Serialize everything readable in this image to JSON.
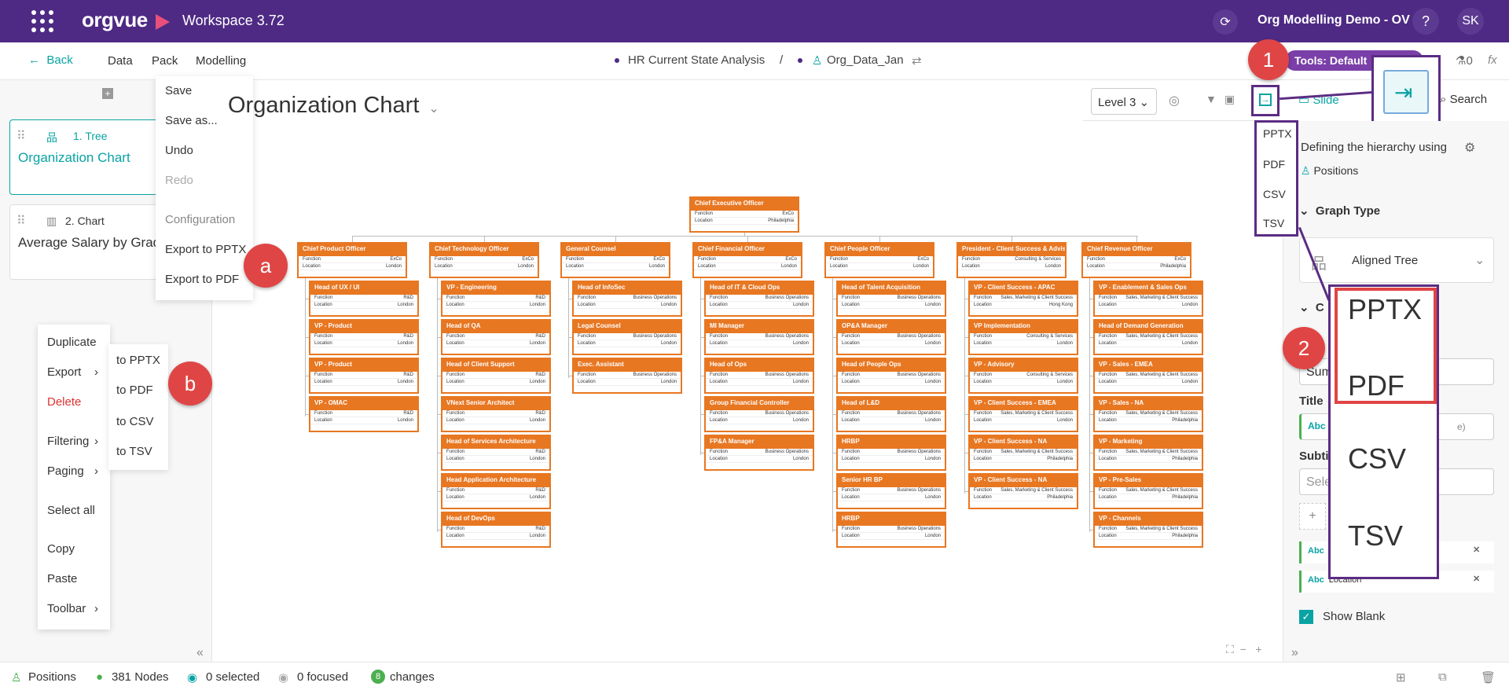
{
  "app": {
    "name": "orgvue",
    "workspace": "Workspace 3.72",
    "demo": "Org Modelling Demo - OV",
    "help": "?",
    "user_initials": "SK"
  },
  "nav": {
    "back": "Back",
    "items": [
      "Data",
      "Pack",
      "Modelling"
    ],
    "breadcrumb_1": "HR Current State Analysis",
    "breadcrumb_sep": "/",
    "breadcrumb_2": "Org_Data_Jan",
    "tools": "Tools: Default",
    "counter": "0",
    "fx": "fx"
  },
  "pages": [
    {
      "num": "1. Tree",
      "title": "Organization Chart"
    },
    {
      "num": "2. Chart",
      "title": "Average Salary by Grade"
    }
  ],
  "file_menu": [
    "Save",
    "Save as...",
    "Undo",
    "Redo",
    "Configuration",
    "Export to PPTX",
    "Export to PDF"
  ],
  "context_menu": {
    "items": [
      "Duplicate",
      "Export",
      "Delete",
      "Filtering",
      "Paging",
      "Select all",
      "Copy",
      "Paste",
      "Toolbar"
    ]
  },
  "export_submenu": [
    "to PPTX",
    "to PDF",
    "to CSV",
    "to TSV"
  ],
  "badges": {
    "a": "a",
    "b": "b",
    "one": "1",
    "two": "2"
  },
  "chart": {
    "title": "Organization Chart",
    "level": "Level 3"
  },
  "right_tabs": {
    "slide": "Slide",
    "search": "Search"
  },
  "export_dropdown": [
    "PPTX",
    "PDF",
    "CSV",
    "TSV"
  ],
  "right_panel": {
    "hierarchy_text": "Defining the hierarchy using",
    "positions": "Positions",
    "graph_type_label": "Graph Type",
    "graph_type_value": "Aligned Tree",
    "c_label": "C",
    "sum_value": "Sum",
    "title_label": "Title",
    "abc": "Abc",
    "title_value_suffix": "e)",
    "subtitle_label": "Subti",
    "subtitle_placeholder": "Sele",
    "field_location": "Location",
    "show_blank": "Show Blank"
  },
  "status": {
    "positions": "Positions",
    "nodes": "381 Nodes",
    "selected": "0 selected",
    "focused": "0 focused",
    "changes_count": "8",
    "changes": "changes"
  },
  "org_chart": {
    "ceo": {
      "title": "Chief Executive Officer",
      "function": "ExCo",
      "location": "Philadelphia"
    },
    "columns": [
      {
        "head": {
          "title": "Chief Product Officer",
          "function": "ExCo",
          "location": "London"
        },
        "reports": [
          {
            "title": "Head of UX / UI",
            "function": "R&D",
            "location": "London"
          },
          {
            "title": "VP - Product",
            "function": "R&D",
            "location": "London"
          },
          {
            "title": "VP - Product",
            "function": "R&D",
            "location": "London"
          },
          {
            "title": "VP - OMAC",
            "function": "R&D",
            "location": "London"
          }
        ]
      },
      {
        "head": {
          "title": "Chief Technology Officer",
          "function": "ExCo",
          "location": "London"
        },
        "reports": [
          {
            "title": "VP - Engineering",
            "function": "R&D",
            "location": "London"
          },
          {
            "title": "Head of QA",
            "function": "R&D",
            "location": "London"
          },
          {
            "title": "Head of Client Support",
            "function": "R&D",
            "location": "London"
          },
          {
            "title": "VNext Senior Architect",
            "function": "R&D",
            "location": "London"
          },
          {
            "title": "Head of Services Architecture",
            "function": "R&D",
            "location": "London"
          },
          {
            "title": "Head Application Architecture",
            "function": "R&D",
            "location": "London"
          },
          {
            "title": "Head of DevOps",
            "function": "R&D",
            "location": "London"
          }
        ]
      },
      {
        "head": {
          "title": "General Counsel",
          "function": "ExCo",
          "location": "London"
        },
        "reports": [
          {
            "title": "Head of InfoSec",
            "function": "Business Operations",
            "location": "London"
          },
          {
            "title": "Legal Counsel",
            "function": "Business Operations",
            "location": "London"
          },
          {
            "title": "Exec. Assistant",
            "function": "Business Operations",
            "location": "London"
          }
        ]
      },
      {
        "head": {
          "title": "Chief Financial Officer",
          "function": "ExCo",
          "location": "London"
        },
        "reports": [
          {
            "title": "Head of IT & Cloud Ops",
            "function": "Business Operations",
            "location": "London"
          },
          {
            "title": "MI Manager",
            "function": "Business Operations",
            "location": "London"
          },
          {
            "title": "Head of Ops",
            "function": "Business Operations",
            "location": "London"
          },
          {
            "title": "Group Financial Controller",
            "function": "Business Operations",
            "location": "London"
          },
          {
            "title": "FP&A Manager",
            "function": "Business Operations",
            "location": "London"
          }
        ]
      },
      {
        "head": {
          "title": "Chief People Officer",
          "function": "ExCo",
          "location": "London"
        },
        "reports": [
          {
            "title": "Head of Talent Acquisition",
            "function": "Business Operations",
            "location": "London"
          },
          {
            "title": "OP&A Manager",
            "function": "Business Operations",
            "location": "London"
          },
          {
            "title": "Head of People Ops",
            "function": "Business Operations",
            "location": "London"
          },
          {
            "title": "Head of L&D",
            "function": "Business Operations",
            "location": "London"
          },
          {
            "title": "HRBP",
            "function": "Business Operations",
            "location": "London"
          },
          {
            "title": "Senior HR BP",
            "function": "Business Operations",
            "location": "London"
          },
          {
            "title": "HRBP",
            "function": "Business Operations",
            "location": "London"
          }
        ]
      },
      {
        "head": {
          "title": "President - Client Success & Advisory",
          "function": "Consulting & Services",
          "location": "London"
        },
        "reports": [
          {
            "title": "VP - Client Success - APAC",
            "function": "Sales, Marketing & Client Success",
            "location": "Hong Kong"
          },
          {
            "title": "VP Implementation",
            "function": "Consulting & Services",
            "location": "London"
          },
          {
            "title": "VP - Advisory",
            "function": "Consulting & Services",
            "location": "London"
          },
          {
            "title": "VP - Client Success - EMEA",
            "function": "Sales, Marketing & Client Success",
            "location": "London"
          },
          {
            "title": "VP - Client Success - NA",
            "function": "Sales, Marketing & Client Success",
            "location": "Philadelphia"
          },
          {
            "title": "VP - Client Success - NA",
            "function": "Sales, Marketing & Client Success",
            "location": "Philadelphia"
          }
        ]
      },
      {
        "head": {
          "title": "Chief Revenue Officer",
          "function": "ExCo",
          "location": "Philadelphia"
        },
        "reports": [
          {
            "title": "VP - Enablement & Sales Ops",
            "function": "Sales, Marketing & Client Success",
            "location": "London"
          },
          {
            "title": "Head of Demand Generation",
            "function": "Sales, Marketing & Client Success",
            "location": "London"
          },
          {
            "title": "VP - Sales - EMEA",
            "function": "Sales, Marketing & Client Success",
            "location": "London"
          },
          {
            "title": "VP - Sales - NA",
            "function": "Sales, Marketing & Client Success",
            "location": "Philadelphia"
          },
          {
            "title": "VP - Marketing",
            "function": "Sales, Marketing & Client Success",
            "location": "Philadelphia"
          },
          {
            "title": "VP - Pre-Sales",
            "function": "Sales, Marketing & Client Success",
            "location": "Philadelphia"
          },
          {
            "title": "VP - Channels",
            "function": "Sales, Marketing & Client Success",
            "location": "Philadelphia"
          }
        ]
      }
    ],
    "row_function": "Function",
    "row_location": "Location"
  },
  "colors": {
    "brand": "#4e2a84",
    "accent": "#0aa3a3",
    "node": "#e87722",
    "highlight": "#5b2c83",
    "alert": "#e04545"
  }
}
